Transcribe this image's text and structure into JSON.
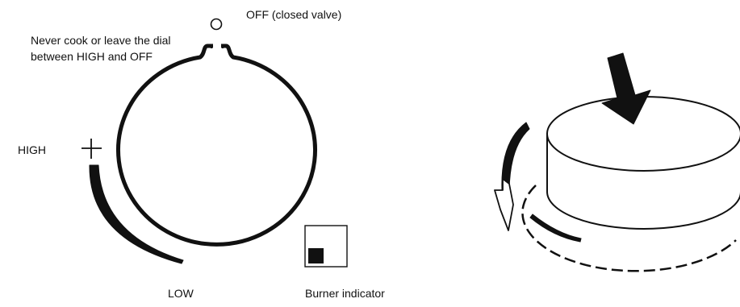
{
  "labels": {
    "off": "OFF (closed valve)",
    "warning": "Never cook or leave the dial between HIGH and OFF",
    "high": "HIGH",
    "low": "LOW",
    "burner_indicator": "Burner indicator"
  },
  "icons": {
    "off_marker": "circle-icon",
    "high_marker": "plus-icon",
    "burner_indicator": "square-indicator-icon",
    "push_arrow": "down-arrow-icon",
    "rotate_arrow": "curved-arrow-icon"
  },
  "colors": {
    "stroke": "#111111",
    "background": "#ffffff"
  }
}
